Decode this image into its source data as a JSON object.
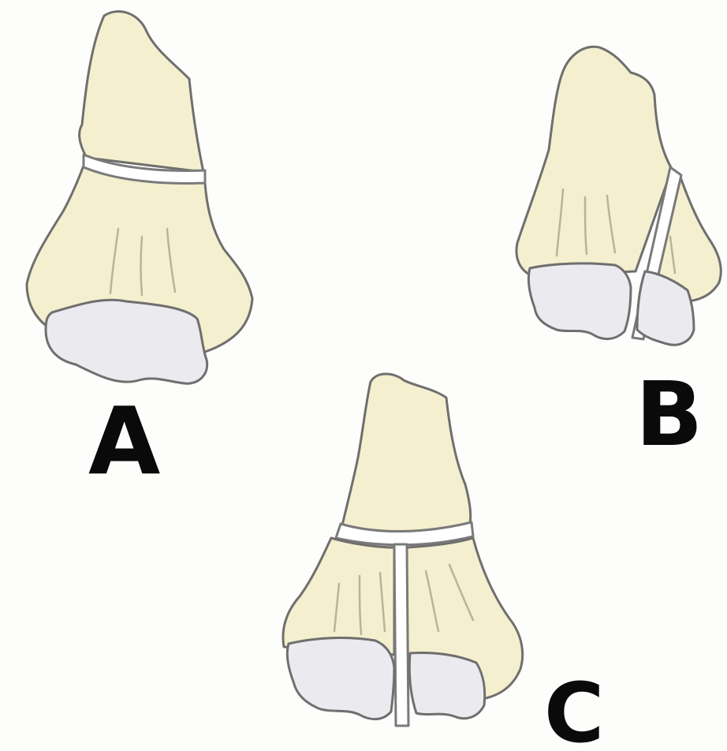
{
  "labels": {
    "a": "A",
    "b": "B",
    "c": "C"
  },
  "colors": {
    "bone": "#f4efce",
    "epiphysis": "#ebebef",
    "outline": "#6f6f6f",
    "label": "#0a0a0a"
  }
}
